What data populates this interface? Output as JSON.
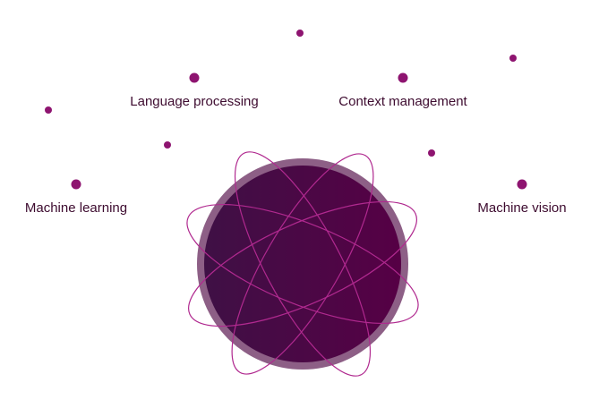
{
  "nodes": [
    {
      "id": "machine-learning",
      "label": "Machine learning"
    },
    {
      "id": "language-processing",
      "label": "Language processing"
    },
    {
      "id": "context-management",
      "label": "Context management"
    },
    {
      "id": "machine-vision",
      "label": "Machine vision"
    }
  ],
  "colors": {
    "dot": "#8e1470",
    "sphere_dark": "#3f1045",
    "sphere_light": "#560045",
    "halo": "#8d5f86",
    "orbit": "#b0298f",
    "label": "#3d0b2f"
  }
}
